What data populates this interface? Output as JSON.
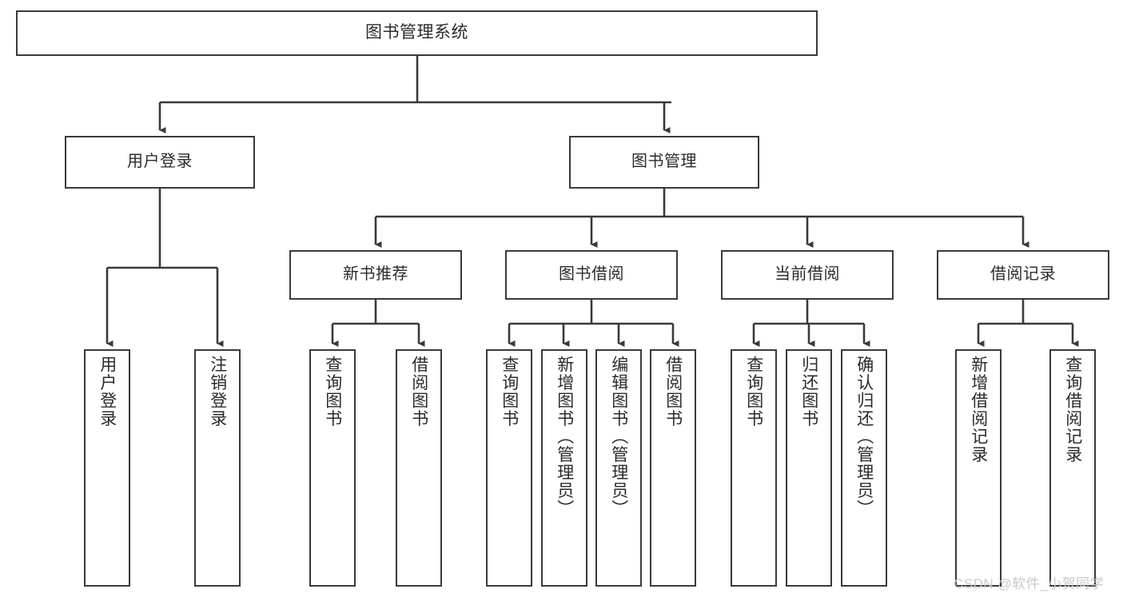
{
  "diagram": {
    "type": "tree",
    "title": "图书管理系统",
    "watermark": "CSDN @软件_小贺同学",
    "colors": {
      "stroke": "#3a3a3a",
      "fill": "#ffffff",
      "text": "#2b2b2b",
      "watermark": "#c9c9c9"
    },
    "nodes": {
      "root": {
        "label": "图书管理系统"
      },
      "level2": [
        {
          "label": "用户登录"
        },
        {
          "label": "图书管理"
        }
      ],
      "level3": [
        {
          "label": "新书推荐"
        },
        {
          "label": "图书借阅"
        },
        {
          "label": "当前借阅"
        },
        {
          "label": "借阅记录"
        }
      ],
      "leaves_user_login": [
        {
          "label": "用户登录"
        },
        {
          "label": "注销登录"
        }
      ],
      "leaves_new_book": [
        {
          "label": "查询图书"
        },
        {
          "label": "借阅图书"
        }
      ],
      "leaves_borrow": [
        {
          "label": "查询图书"
        },
        {
          "label": "新增图书（管理员）"
        },
        {
          "label": "编辑图书（管理员）"
        },
        {
          "label": "借阅图书"
        }
      ],
      "leaves_current": [
        {
          "label": "查询图书"
        },
        {
          "label": "归还图书"
        },
        {
          "label": "确认归还（管理员）"
        }
      ],
      "leaves_records": [
        {
          "label": "新增借阅记录"
        },
        {
          "label": "查询借阅记录"
        }
      ]
    }
  }
}
